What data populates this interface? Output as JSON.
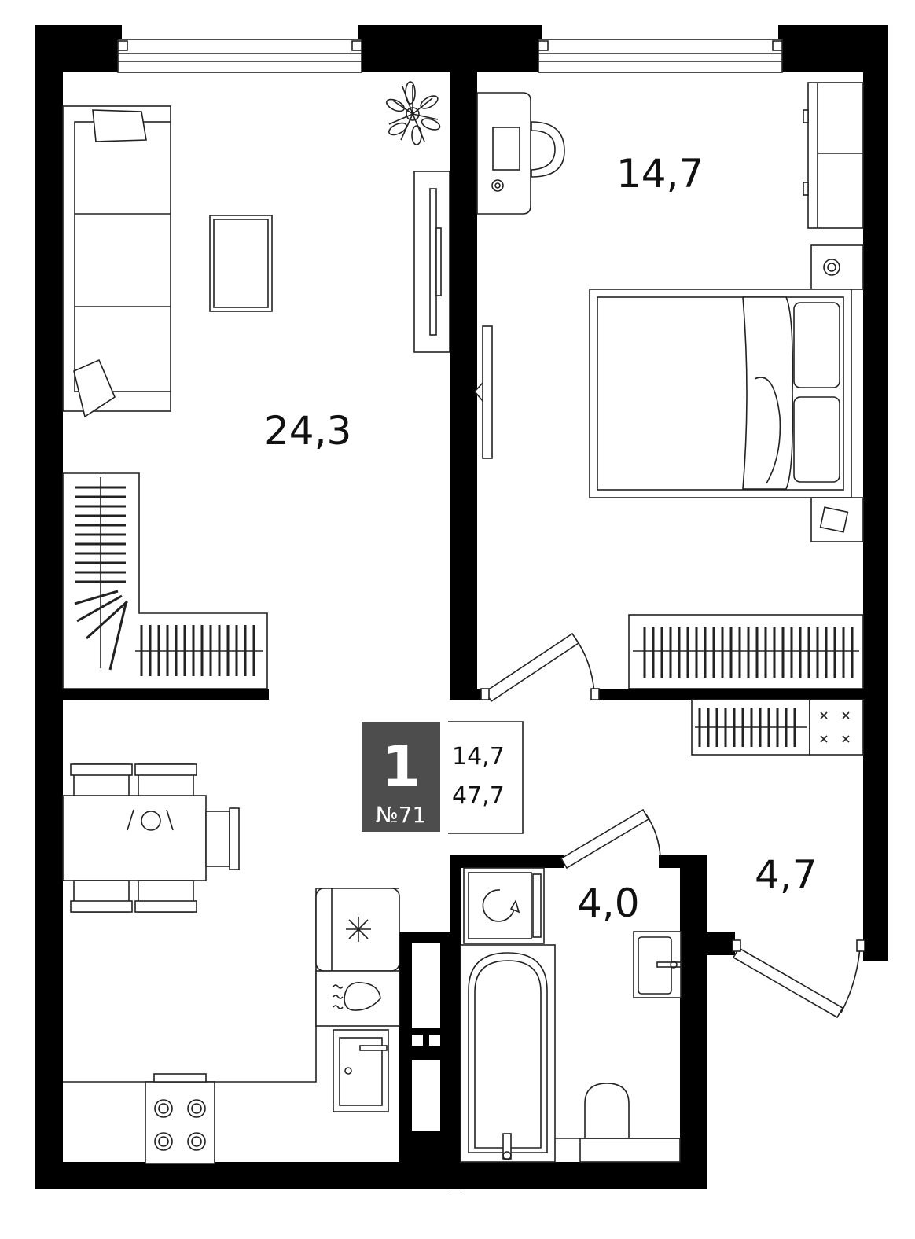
{
  "rooms": {
    "living": "24,3",
    "bedroom": "14,7",
    "bathroom": "4,0",
    "hall": "4,7"
  },
  "badge": {
    "rooms_count": "1",
    "apartment_number": "№71",
    "living_area": "14,7",
    "total_area": "47,7"
  },
  "colors": {
    "wall": "#000000",
    "badge": "#4d4d4d",
    "line": "#222222"
  }
}
